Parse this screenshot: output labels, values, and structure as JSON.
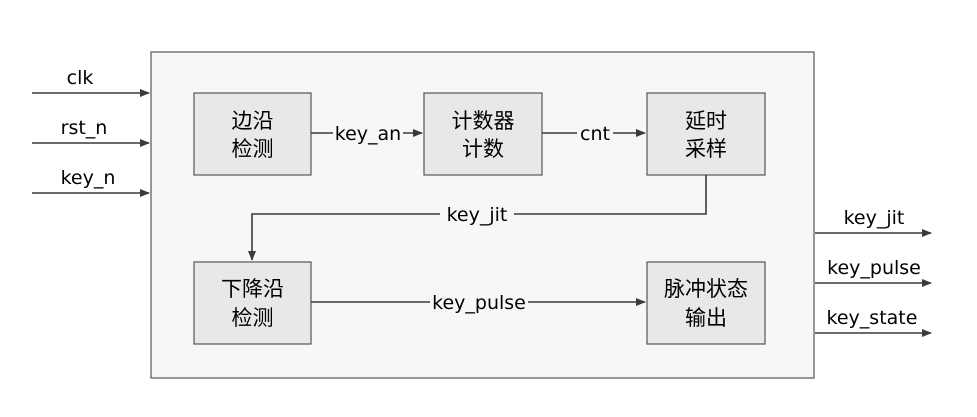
{
  "inputs": {
    "clk": "clk",
    "rst_n": "rst_n",
    "key_n": "key_n"
  },
  "outputs": {
    "key_jit": "key_jit",
    "key_pulse": "key_pulse",
    "key_state": "key_state"
  },
  "blocks": {
    "edge_detect": [
      "边沿",
      "检测"
    ],
    "counter": [
      "计数器",
      "计数"
    ],
    "delay_sample": [
      "延时",
      "采样"
    ],
    "falling_edge": [
      "下降沿",
      "检测"
    ],
    "pulse_output": [
      "脉冲状态",
      "输出"
    ]
  },
  "signals": {
    "key_an": "key_an",
    "cnt": "cnt",
    "key_jit": "key_jit",
    "key_pulse": "key_pulse"
  },
  "colors": {
    "module_fill": "#f7f7f7",
    "block_fill": "#e8e8e8",
    "line": "#3a3a3a"
  }
}
